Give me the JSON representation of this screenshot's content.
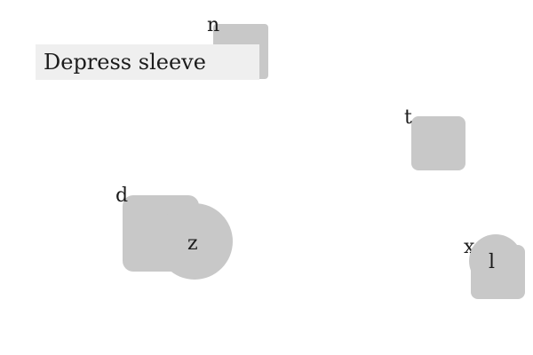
{
  "colors": {
    "shape_fill": "#c8c8c8",
    "tooltip_background": "#efefef",
    "text": "#1c1c1c",
    "background": "#ffffff"
  },
  "tooltip": {
    "text": "Depress sleeve"
  },
  "targets": [
    {
      "id": "n",
      "label": "n",
      "shape": "rounded-square"
    },
    {
      "id": "t",
      "label": "t",
      "shape": "rounded-square"
    },
    {
      "id": "d",
      "label": "d",
      "shape": "rounded-square"
    },
    {
      "id": "z",
      "label": "z",
      "shape": "circle"
    },
    {
      "id": "x",
      "label": "x",
      "shape": "circle"
    },
    {
      "id": "l",
      "label": "l",
      "shape": "rounded-square"
    }
  ]
}
